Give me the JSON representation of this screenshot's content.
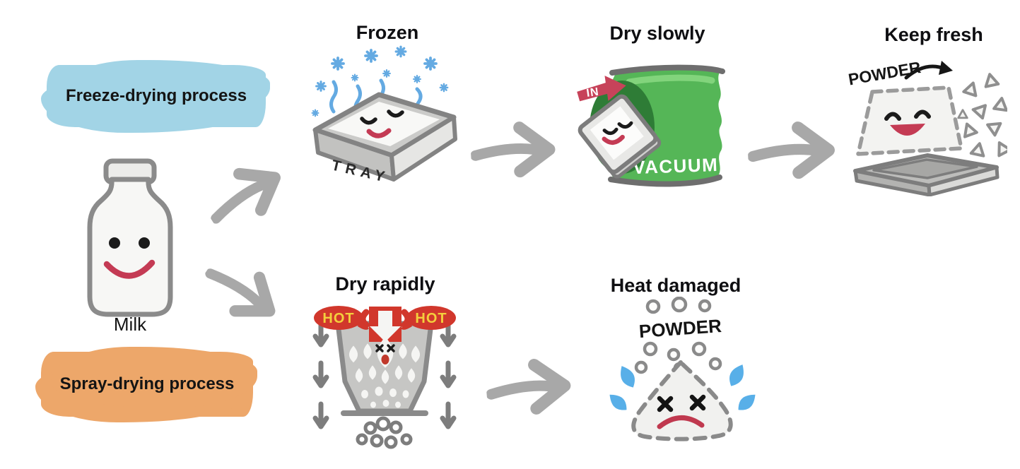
{
  "diagram_title_hint": "Milk drying processes comparison",
  "labels": {
    "freeze_process": "Freeze-drying process",
    "spray_process": "Spray-drying process",
    "milk": "Milk"
  },
  "steps": {
    "frozen": {
      "title": "Frozen",
      "tray_text": "TRAY"
    },
    "dry_slowly": {
      "title": "Dry slowly",
      "bag_text": "VACUUM",
      "in_badge": "IN"
    },
    "keep_fresh": {
      "title": "Keep fresh",
      "powder_text": "POWDER"
    },
    "dry_rapidly": {
      "title": "Dry rapidly",
      "hot_left": "HOT",
      "hot_right": "HOT"
    },
    "heat_damaged": {
      "title": "Heat damaged",
      "powder_text": "POWDER"
    }
  },
  "icons": {
    "source": "smiling-milk-bottle",
    "frozen": "frozen-tray-with-snowflakes",
    "dry_slowly": "green-vacuum-bag-with-tray",
    "keep_fresh": "happy-powder-block-leaving-tray",
    "dry_rapidly": "spray-dryer-hopper-with-hot-air",
    "heat_damaged": "sad-powder-pile-with-tears",
    "flow_arrows": [
      "milk-to-frozen",
      "milk-to-dry-rapidly",
      "frozen-to-dry-slowly",
      "dry-slowly-to-keep-fresh",
      "dry-rapidly-to-heat-damaged"
    ]
  },
  "colors": {
    "freeze_highlight": "#a2d4e6",
    "spray_highlight": "#eda76a",
    "arrow_gray": "#a8a8a8",
    "outline_gray": "#8a8a8a",
    "vacuum_green": "#55b657",
    "vacuum_green_dark": "#2e7c36",
    "hot_red": "#d1372c",
    "accent_red": "#c43b54",
    "hot_text_yellow": "#f3cf3d",
    "frost_blue": "#64aae2",
    "tear_blue": "#58afe8"
  }
}
